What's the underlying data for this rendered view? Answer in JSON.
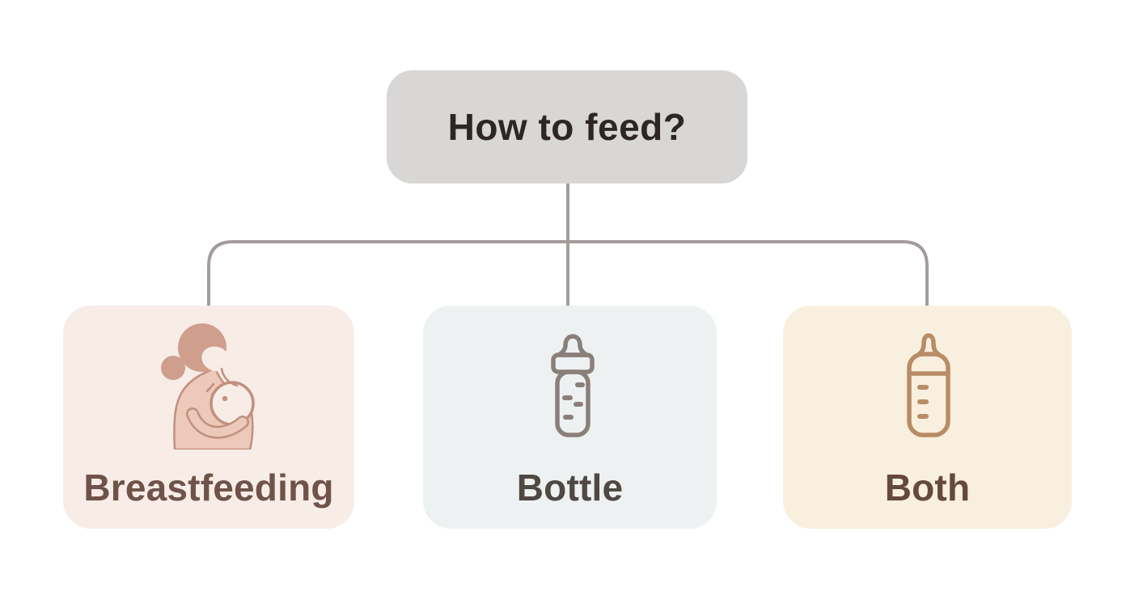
{
  "diagram": {
    "type": "decision-tree",
    "root": {
      "label": "How to feed?"
    },
    "options": [
      {
        "label": "Breastfeeding",
        "icon": "mother-nursing-baby-icon"
      },
      {
        "label": "Bottle",
        "icon": "baby-bottle-icon"
      },
      {
        "label": "Both",
        "icon": "baby-bottle-icon"
      }
    ]
  },
  "theme": {
    "canvas_bg": "#ffffff",
    "connector": "#a49c9c",
    "root_bg": "#d8d7d6",
    "root_text": "#2d2622",
    "breastfeeding_bg": "#f8ece7",
    "breastfeeding_text": "#6f5349",
    "breastfeeding_outline": "#c1907e",
    "breastfeeding_skin": "#ecc9ba",
    "breastfeeding_hair": "#cf9e8c",
    "bottle_bg": "#eef1f2",
    "bottle_text": "#4f4843",
    "bottle_icon": "#8b7f7a",
    "both_bg": "#f9efde",
    "both_text": "#64493c",
    "both_icon": "#b88c64"
  }
}
